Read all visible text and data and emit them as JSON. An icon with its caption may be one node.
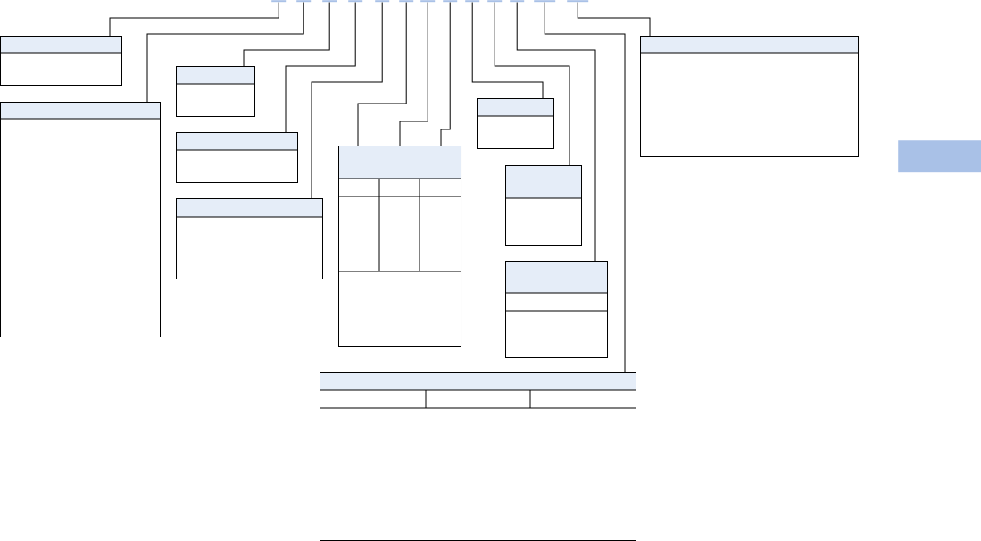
{
  "diagram": {
    "nodes": [
      {
        "text": [],
        "shape": "bar"
      },
      {
        "text": [],
        "shape": "bar"
      },
      {
        "text": [],
        "shape": "bar"
      },
      {
        "text": [],
        "shape": "bar"
      },
      {
        "text": [],
        "shape": "bar"
      },
      {
        "text": [],
        "shape": "bar"
      },
      {
        "text": [],
        "shape": "bar"
      },
      {
        "text": [],
        "shape": "bar"
      },
      {
        "text": [],
        "shape": "bar"
      },
      {
        "text": [],
        "shape": "bar"
      },
      {
        "text": [],
        "shape": "bar"
      },
      {
        "text": [],
        "shape": "bar"
      },
      {
        "text": [],
        "shape": "bar"
      },
      {
        "text": [],
        "shape": "box"
      },
      {
        "text": [],
        "shape": "box"
      },
      {
        "text": [],
        "shape": "box"
      },
      {
        "text": [],
        "shape": "box"
      },
      {
        "text": [],
        "shape": "box"
      },
      {
        "text": [],
        "shape": "box"
      },
      {
        "text": [],
        "shape": "box"
      },
      {
        "text": [],
        "shape": "box"
      },
      {
        "text": [],
        "shape": "box"
      },
      {
        "text": [],
        "shape": "box"
      },
      {
        "text": [],
        "shape": "box"
      },
      {
        "text": [],
        "shape": "bar"
      }
    ],
    "edges": [
      {
        "from": 0,
        "to": 13,
        "arrow": "none"
      },
      {
        "from": 1,
        "to": 14,
        "arrow": "none"
      },
      {
        "from": 2,
        "to": 15,
        "arrow": "none"
      },
      {
        "from": 3,
        "to": 16,
        "arrow": "none"
      },
      {
        "from": 4,
        "to": 17,
        "arrow": "none"
      },
      {
        "from": 5,
        "to": 18,
        "arrow": "none"
      },
      {
        "from": 6,
        "to": 18,
        "arrow": "none"
      },
      {
        "from": 7,
        "to": 18,
        "arrow": "none"
      },
      {
        "from": 8,
        "to": 19,
        "arrow": "none"
      },
      {
        "from": 9,
        "to": 20,
        "arrow": "none"
      },
      {
        "from": 10,
        "to": 21,
        "arrow": "none"
      },
      {
        "from": 11,
        "to": 22,
        "arrow": "none"
      },
      {
        "from": 12,
        "to": 23,
        "arrow": "none"
      }
    ]
  }
}
